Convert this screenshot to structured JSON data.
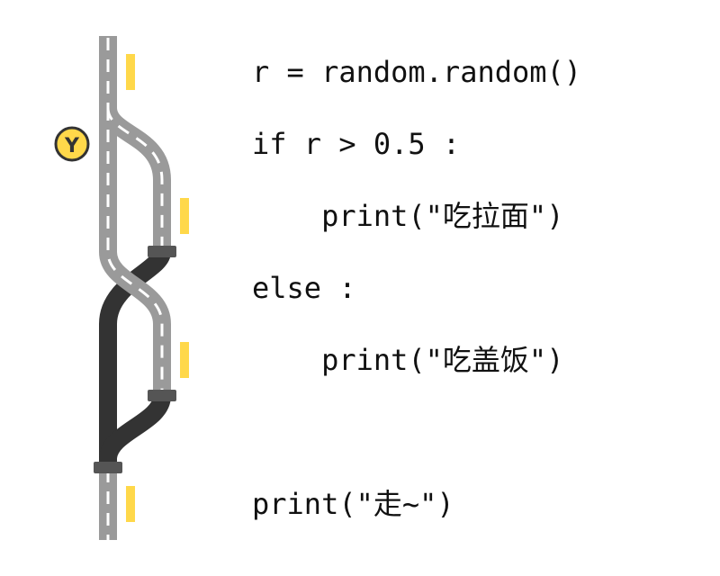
{
  "colors": {
    "road": "#9a9a9a",
    "road_dark": "#333333",
    "lane_marking": "#ffffff",
    "signal": "#ffd84a",
    "junction": "#555555",
    "text": "#111111"
  },
  "fork_marker": {
    "icon": "fork-icon",
    "glyph": "Y"
  },
  "code": {
    "lines": [
      "r = random.random()",
      "if r > 0.5 :",
      "    print(\"吃拉面\")",
      "else :",
      "    print(\"吃盖饭\")",
      "print(\"走~\")"
    ]
  }
}
